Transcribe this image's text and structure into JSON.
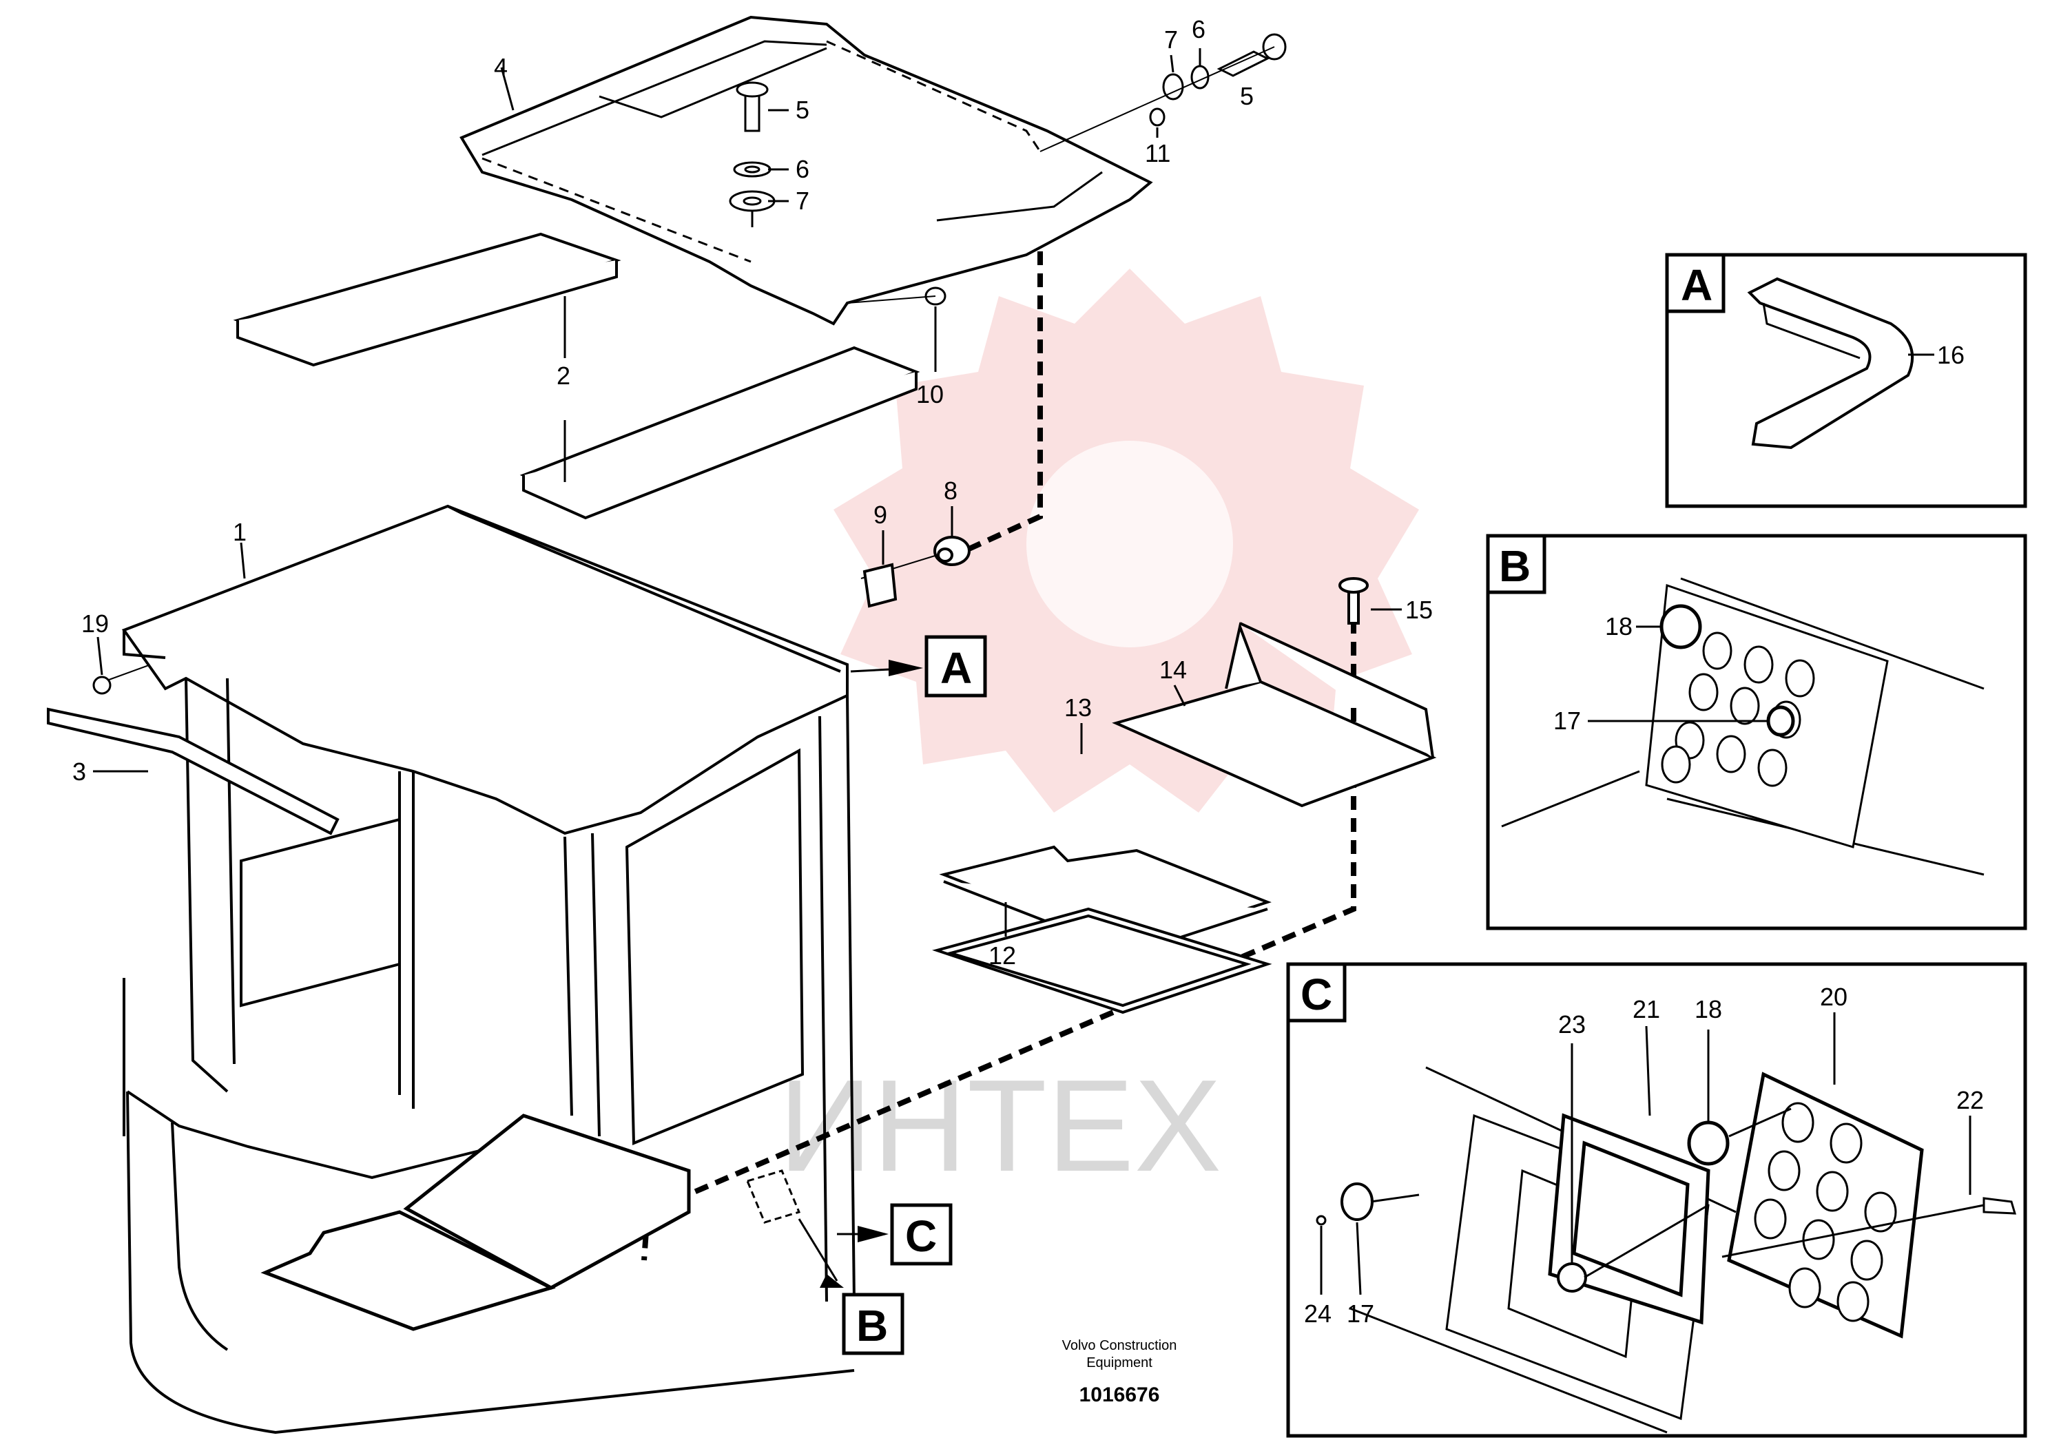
{
  "watermark": {
    "text": "ИНТЕХ",
    "gear_color": "#f6c9c9",
    "text_color": "#d8d8d8"
  },
  "callouts": {
    "c1": "1",
    "c2": "2",
    "c3": "3",
    "c4": "4",
    "c5a": "5",
    "c5b": "5",
    "c6a": "6",
    "c6b": "6",
    "c7a": "7",
    "c7b": "7",
    "c8": "8",
    "c9": "9",
    "c10": "10",
    "c11": "11",
    "c12": "12",
    "c13": "13",
    "c14": "14",
    "c15": "15",
    "c19": "19"
  },
  "view_refs": {
    "a": "A",
    "b": "B",
    "c": "C"
  },
  "detail_a": {
    "letter": "A",
    "callouts": {
      "c16": "16"
    }
  },
  "detail_b": {
    "letter": "B",
    "callouts": {
      "c18": "18",
      "c17": "17"
    }
  },
  "detail_c": {
    "letter": "C",
    "callouts": {
      "c18": "18",
      "c20": "20",
      "c21": "21",
      "c22": "22",
      "c23": "23",
      "c24": "24",
      "c17": "17"
    }
  },
  "footer": {
    "line1": "Volvo Construction",
    "line2": "Equipment",
    "part_number": "1016676"
  }
}
